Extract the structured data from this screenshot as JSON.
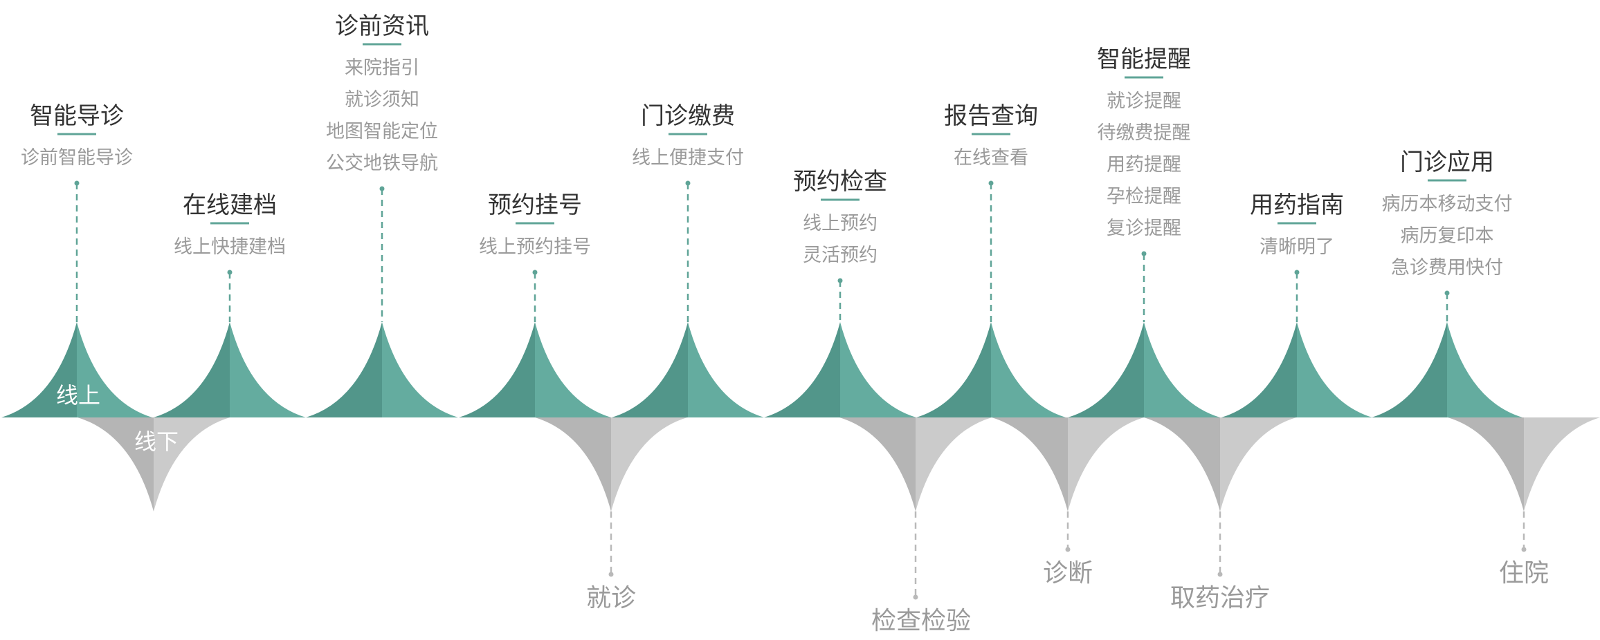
{
  "colors": {
    "online_dark": "#52968a",
    "online_light": "#64ac9f",
    "offline_dark": "#b5b5b5",
    "offline_light": "#cbcbcb",
    "accent": "#5fa497",
    "title_text": "#333333",
    "item_text": "#9a9a9a",
    "offline_connector": "#b9b9b9"
  },
  "track_labels": {
    "online": "线上",
    "offline": "线下"
  },
  "online_services": [
    {
      "title": "智能导诊",
      "items": [
        "诊前智能导诊"
      ]
    },
    {
      "title": "在线建档",
      "items": [
        "线上快捷建档"
      ]
    },
    {
      "title": "诊前资讯",
      "items": [
        "来院指引",
        "就诊须知",
        "地图智能定位",
        "公交地铁导航"
      ]
    },
    {
      "title": "预约挂号",
      "items": [
        "线上预约挂号"
      ]
    },
    {
      "title": "门诊缴费",
      "items": [
        "线上便捷支付"
      ]
    },
    {
      "title": "预约检查",
      "items": [
        "线上预约",
        "灵活预约"
      ]
    },
    {
      "title": "报告查询",
      "items": [
        "在线查看"
      ]
    },
    {
      "title": "智能提醒",
      "items": [
        "就诊提醒",
        "待缴费提醒",
        "用药提醒",
        "孕检提醒",
        "复诊提醒"
      ]
    },
    {
      "title": "用药指南",
      "items": [
        "清晰明了"
      ]
    },
    {
      "title": "门诊应用",
      "items": [
        "病历本移动支付",
        "病历复印本",
        "急诊费用快付"
      ]
    }
  ],
  "offline_steps": [
    "就诊",
    "检查检验",
    "诊断",
    "取药治疗",
    "住院"
  ]
}
